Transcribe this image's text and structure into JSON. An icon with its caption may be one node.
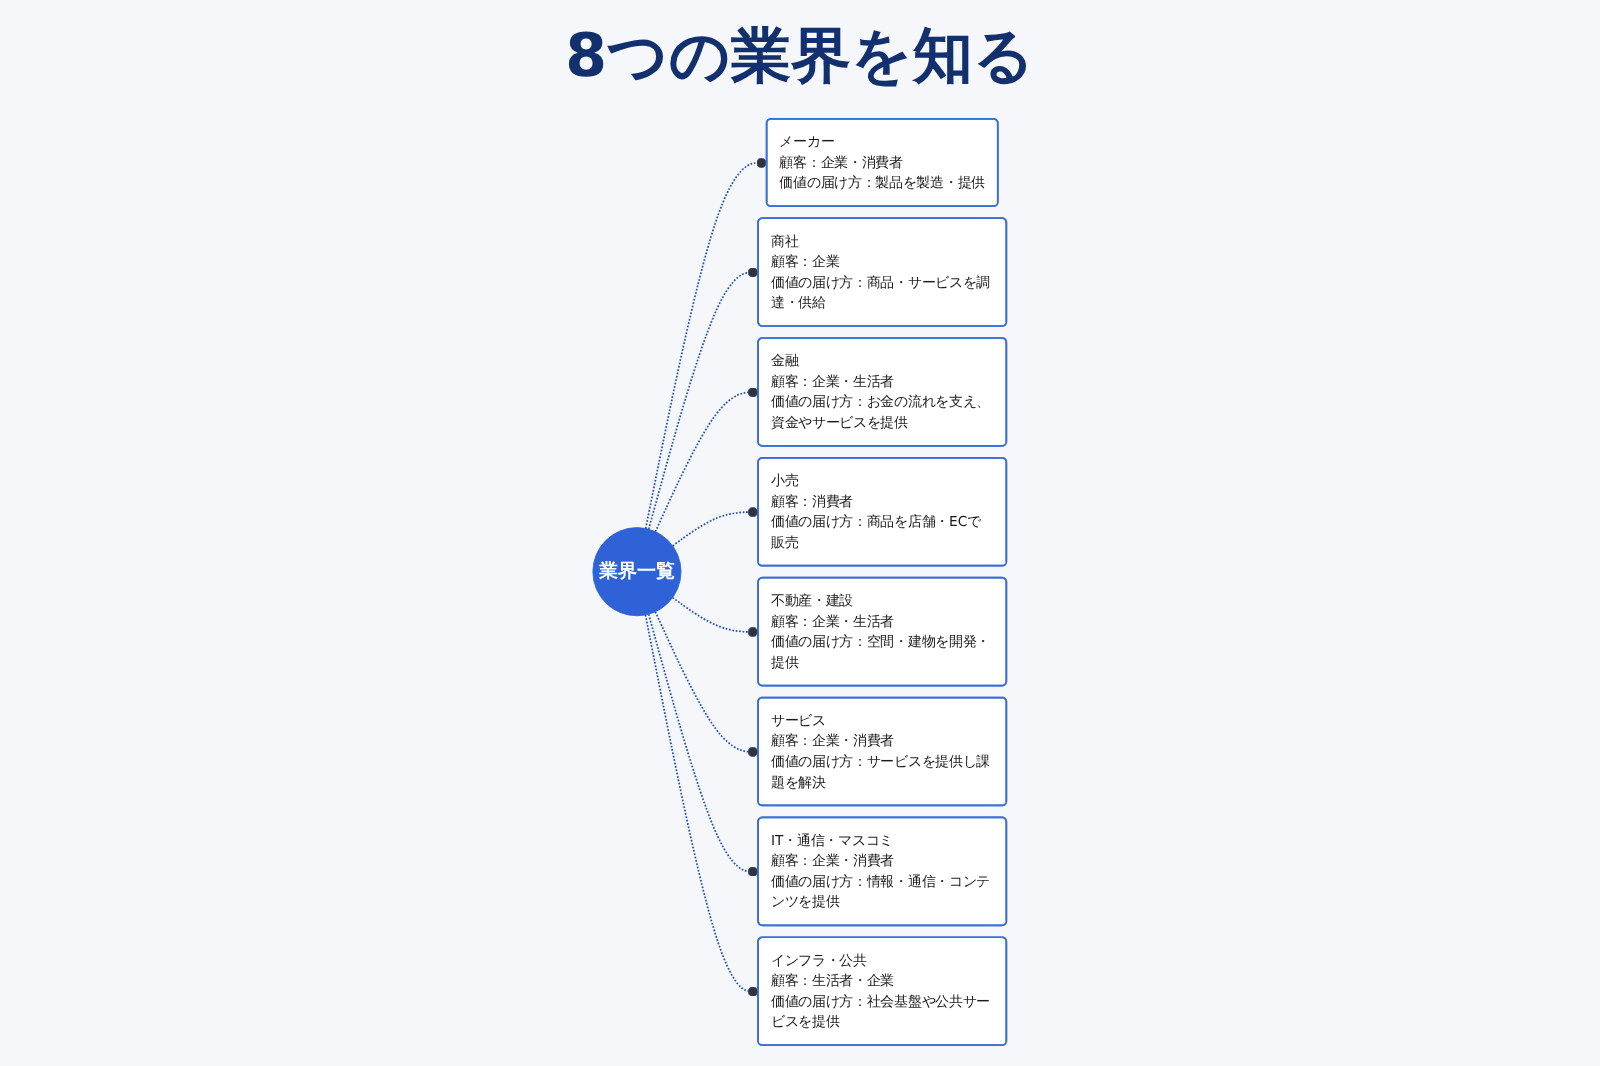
{
  "diagram": {
    "title": "8つの業界を知る",
    "nodes": [
      {
        "text": [
          "メーカー",
          "顧客：企業・消費者",
          "価値の届け方：製品を製造・提供"
        ]
      },
      {
        "text": [
          "商社",
          "顧客：企業",
          "価値の届け方：商品・サービスを調達・供給"
        ]
      },
      {
        "text": [
          "金融",
          "顧客：企業・生活者",
          "価値の届け方：お金の流れを支え、資金やサービスを提供"
        ]
      },
      {
        "text": [
          "小売",
          "顧客：消費者",
          "価値の届け方：商品を店舗・ECで販売"
        ]
      },
      {
        "text": [
          "業界一覧"
        ]
      },
      {
        "text": [
          "不動産・建設",
          "顧客：企業・生活者",
          "価値の届け方：空間・建物を開発・提供"
        ]
      },
      {
        "text": [
          "サービス",
          "顧客：企業・消費者",
          "価値の届け方：サービスを提供し課題を解決"
        ]
      },
      {
        "text": [
          "IT・通信・マスコミ",
          "顧客：企業・消費者",
          "価値の届け方：情報・通信・コンテンツを提供"
        ]
      },
      {
        "text": [
          "インフラ・公共",
          "顧客：生活者・企業",
          "価値の届け方：社会基盤や公共サービスを提供"
        ]
      }
    ],
    "edges": [
      {
        "from": 4,
        "to": 0,
        "arrow": "other",
        "style": "dashed"
      },
      {
        "from": 4,
        "to": 1,
        "arrow": "other",
        "style": "dashed"
      },
      {
        "from": 4,
        "to": 2,
        "arrow": "other",
        "style": "dashed"
      },
      {
        "from": 4,
        "to": 3,
        "arrow": "other",
        "style": "dashed"
      },
      {
        "from": 4,
        "to": 5,
        "arrow": "other",
        "style": "dashed"
      },
      {
        "from": 4,
        "to": 6,
        "arrow": "other",
        "style": "dashed"
      },
      {
        "from": 4,
        "to": 7,
        "arrow": "other",
        "style": "dashed"
      },
      {
        "from": 4,
        "to": 8,
        "arrow": "other",
        "style": "dashed"
      }
    ]
  }
}
